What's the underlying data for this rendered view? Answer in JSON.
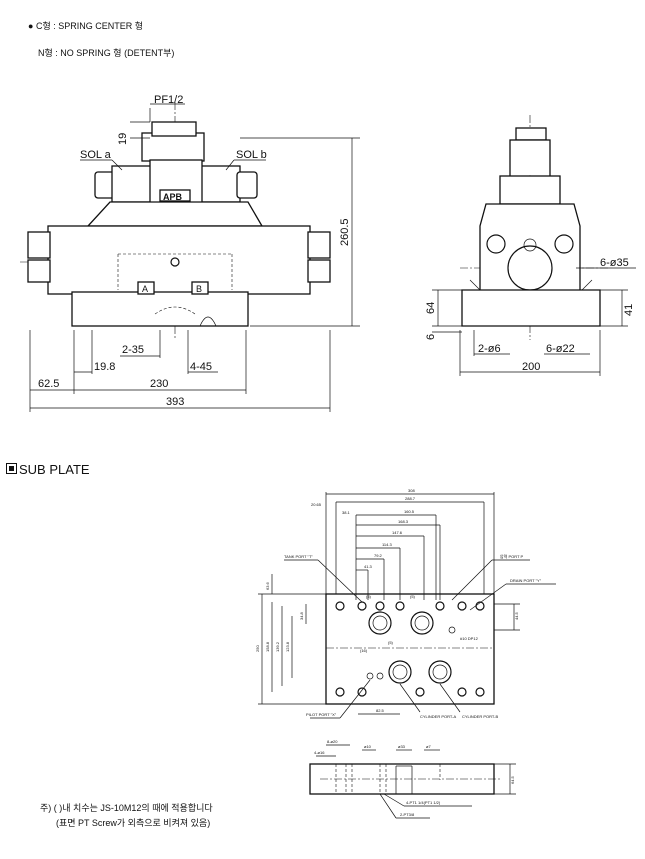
{
  "notes": {
    "c_type": "C형 : SPRING CENTER 형",
    "n_type": "N형 : NO SPRING 형 (DETENT부)"
  },
  "valve_front": {
    "pf": "PF1/2",
    "dim_19": "19",
    "sol_a": "SOL a",
    "sol_b": "SOL b",
    "apb": "APB",
    "port_a": "A",
    "port_b": "B",
    "height": "260.5",
    "d_2_35": "2-35",
    "d_4_45": "4-45",
    "d_19_8": "19.8",
    "d_62_5": "62.5",
    "d_230": "230",
    "d_393": "393"
  },
  "valve_side": {
    "d_6_35": "6-ø35",
    "d_64": "64",
    "d_41": "41",
    "d_6": "6",
    "d_2_6": "2-ø6",
    "d_6_22": "6-ø22",
    "d_200": "200"
  },
  "subplate": {
    "title": "SUB PLATE",
    "top_dims": [
      "308",
      "288.7",
      "20.65",
      "38.1",
      "160.5",
      "168.3",
      "147.6",
      "114.3",
      "79.2",
      "41.3"
    ],
    "left_dims": [
      "250",
      "158.8",
      "139.2",
      "123.8",
      "34.8",
      "63.6"
    ],
    "tank_port": "TANK PORT \"T\"",
    "press_port": "압력 PORT P",
    "drain_port": "DRAIN PORT \"Y\"",
    "pilot_port": "PILOT PORT \"X\"",
    "cyl_a": "CYLINDER\nPORT-A",
    "cyl_b": "CYLINDER\nPORT-B",
    "tap": "#10 DP12",
    "dim_5a": "(5)",
    "dim_5b": "(5)",
    "dim_5c": "(5)",
    "dim_16": "(16)",
    "dim_82_5": "82.5",
    "dim_44_5": "44.5",
    "side_8_20": "8-ø20",
    "side_4_16": "4-ø16",
    "side_10": "ø10",
    "side_33": "ø33",
    "side_7": "ø7",
    "side_pt14": "4-PT1 1/4(PT1 1/2)",
    "side_pt38": "2-PT3/8",
    "side_64_5": "64.5"
  },
  "footnote": {
    "line1": "주) (        )내 치수는 JS-10M12의 때에 적용합니다",
    "line2": "(표면 PT Screw가 외측으로 비켜져 있음)"
  }
}
